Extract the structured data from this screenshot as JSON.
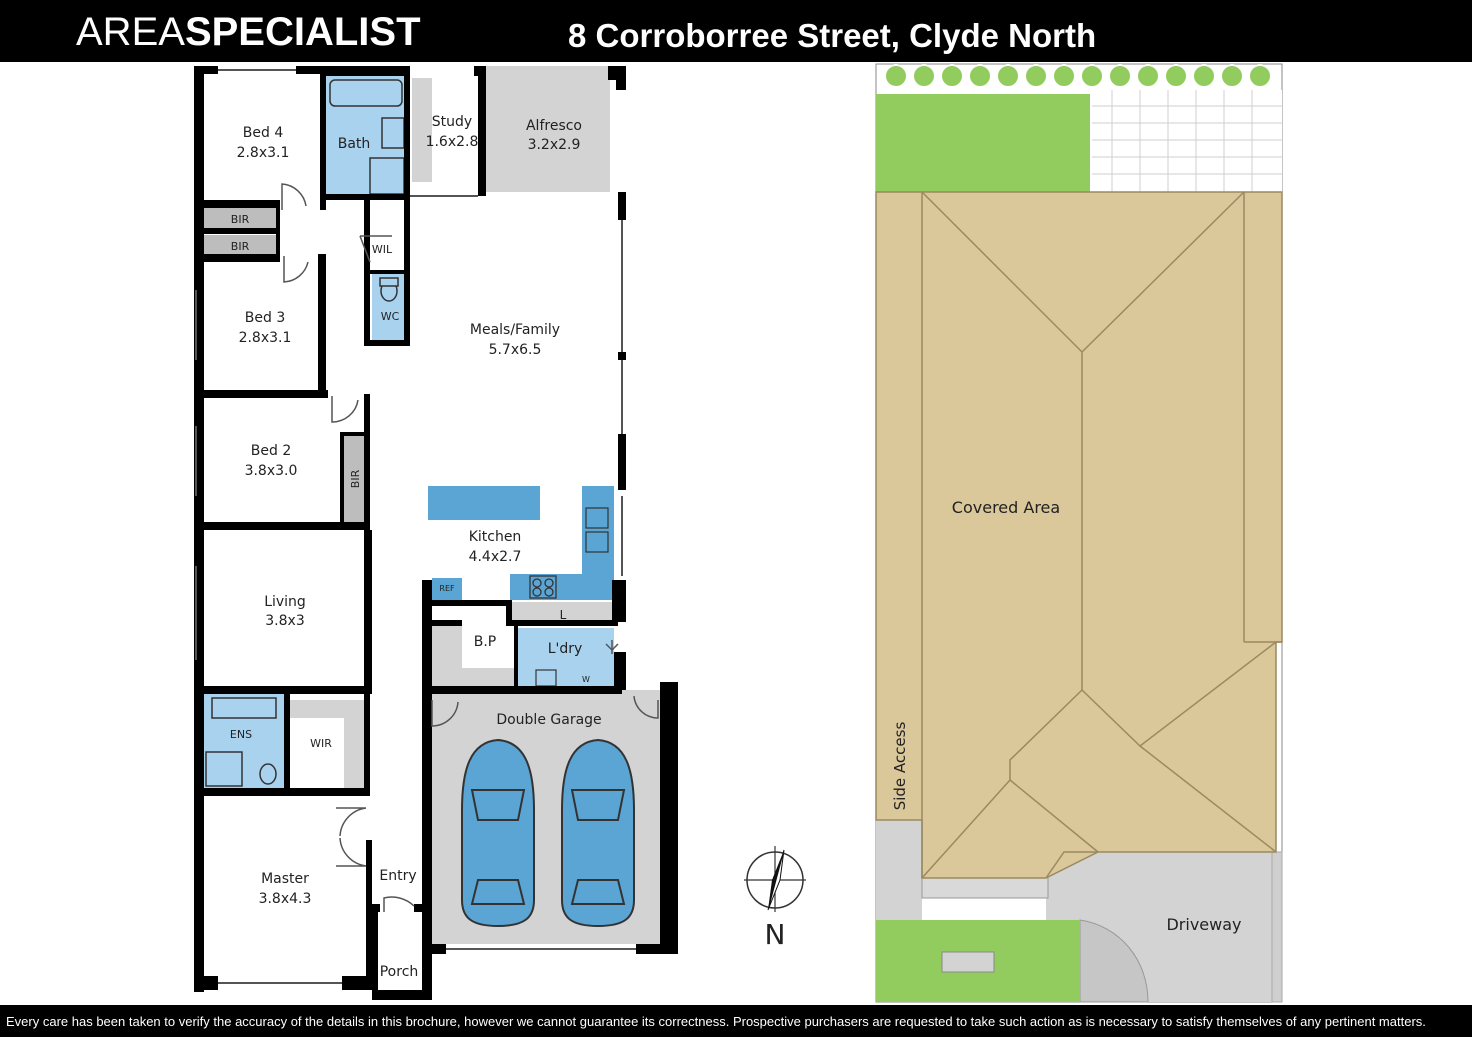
{
  "header": {
    "brand_light": "AREA",
    "brand_bold": "SPECIALIST",
    "address": "8 Corroborree Street, Clyde North"
  },
  "footer": {
    "disclaimer": "Every care has been taken to verify the accuracy of the details in this brochure, however we cannot guarantee its correctness. Prospective purchasers are requested to take such action as is necessary to satisfy themselves of any pertinent matters."
  },
  "rooms": {
    "bed4": {
      "name": "Bed 4",
      "size": "2.8x3.1"
    },
    "bath": {
      "name": "Bath"
    },
    "study": {
      "name": "Study",
      "size": "1.6x2.8"
    },
    "alfresco": {
      "name": "Alfresco",
      "size": "3.2x2.9"
    },
    "bir_a": {
      "name": "BIR"
    },
    "bir_b": {
      "name": "BIR"
    },
    "wil": {
      "name": "WIL"
    },
    "wc": {
      "name": "WC"
    },
    "bed3": {
      "name": "Bed 3",
      "size": "2.8x3.1"
    },
    "meals": {
      "name": "Meals/Family",
      "size": "5.7x6.5"
    },
    "bed2": {
      "name": "Bed 2",
      "size": "3.8x3.0"
    },
    "bir_c": {
      "name": "BIR"
    },
    "kitchen": {
      "name": "Kitchen",
      "size": "4.4x2.7"
    },
    "ref": {
      "name": "REF"
    },
    "l": {
      "name": "L"
    },
    "bp": {
      "name": "B.P"
    },
    "laundry": {
      "name": "L'dry"
    },
    "w": {
      "name": "W"
    },
    "living": {
      "name": "Living",
      "size": "3.8x3"
    },
    "ens": {
      "name": "ENS"
    },
    "wir": {
      "name": "WIR"
    },
    "garage": {
      "name": "Double Garage"
    },
    "master": {
      "name": "Master",
      "size": "3.8x4.3"
    },
    "entry": {
      "name": "Entry"
    },
    "porch": {
      "name": "Porch"
    }
  },
  "site": {
    "covered": "Covered Area",
    "side_access": "Side Access",
    "driveway": "Driveway"
  },
  "compass": {
    "label": "N"
  },
  "colors": {
    "wall": "#000000",
    "wet_area": "#a9d2ef",
    "fixture": "#5aa5d4",
    "robe": "#bdbdbd",
    "paving": "#d3d3d3",
    "lawn": "#92cc5e",
    "roof": "#dac79a",
    "roof_line": "#998a60",
    "car": "#5aa5d4"
  }
}
